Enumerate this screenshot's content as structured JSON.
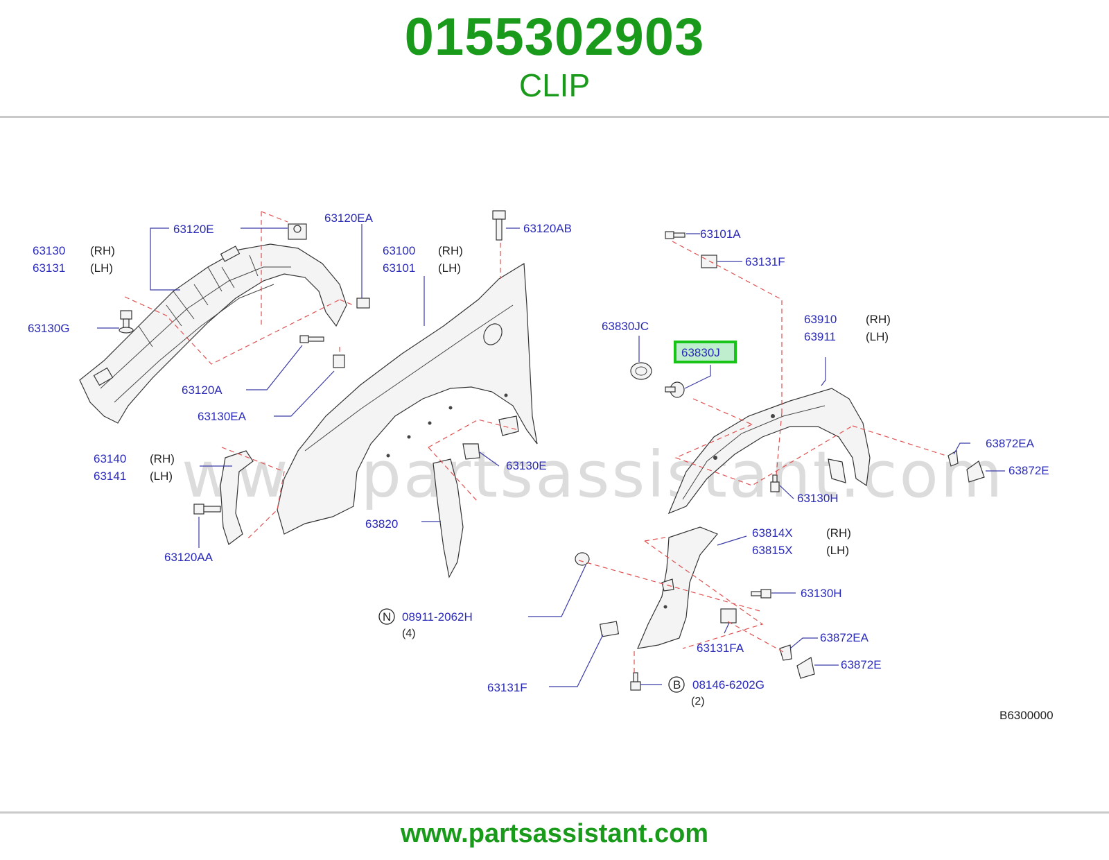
{
  "header": {
    "part_number": "0155302903",
    "part_name": "CLIP"
  },
  "footer": {
    "url": "www.partsassistant.com"
  },
  "watermark": "www.partsassistant.com",
  "diagram_code": "B6300000",
  "highlight_color": "#19c419",
  "labels": {
    "l63120E": "63120E",
    "l63120EA": "63120EA",
    "l63130": "63130",
    "l63131": "63131",
    "l63130G": "63130G",
    "l63120A": "63120A",
    "l63130EA": "63130EA",
    "l63100": "63100",
    "l63101": "63101",
    "l63120AB": "63120AB",
    "l63140": "63140",
    "l63141": "63141",
    "l63120AA": "63120AA",
    "l63820": "63820",
    "l63130E": "63130E",
    "l08911": "08911-2062H",
    "l63101A": "63101A",
    "l63131F_top": "63131F",
    "l63830JC": "63830JC",
    "l63830J": "63830J",
    "l63910": "63910",
    "l63911": "63911",
    "l63872EA_top": "63872EA",
    "l63872E_top": "63872E",
    "l63130H_top": "63130H",
    "l63814X": "63814X",
    "l63815X": "63815X",
    "l63130H_bot": "63130H",
    "l63131FA": "63131FA",
    "l63872EA_bot": "63872EA",
    "l63872E_bot": "63872E",
    "l63131F_bot": "63131F",
    "l08146": "08146-6202G"
  },
  "sides": {
    "rh": "(RH)",
    "lh": "(LH)"
  },
  "quantities": {
    "q4": "(4)",
    "q2": "(2)"
  },
  "circle_letters": {
    "n": "N",
    "b": "B"
  }
}
